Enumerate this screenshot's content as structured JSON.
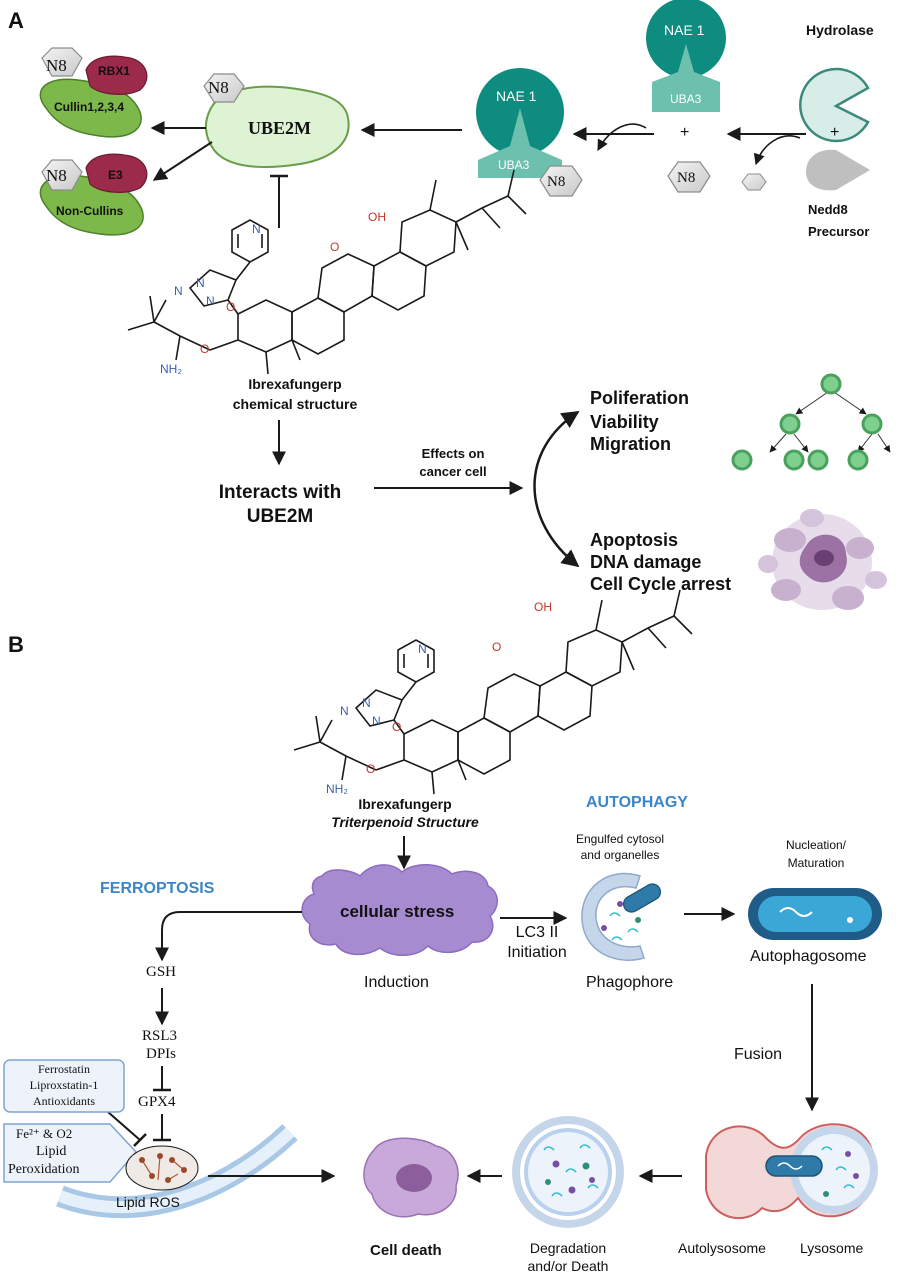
{
  "panel_a": {
    "panel_label": "A",
    "n8": "N8",
    "rbx1": "RBX1",
    "cullin": "Cullin1,2,3,4",
    "e3": "E3",
    "non_cullins": "Non-Cullins",
    "ube2m": "UBE2M",
    "nae1": "NAE 1",
    "uba3": "UBA3",
    "plus": "+",
    "hydrolase": "Hydrolase",
    "nedd8_line1": "Nedd8",
    "nedd8_line2": "Precursor",
    "drug_line1": "Ibrexafungerp",
    "drug_line2": "chemical structure",
    "interacts_line1": "Interacts with",
    "interacts_line2": "UBE2M",
    "effects_line1": "Effects on",
    "effects_line2": "cancer cell",
    "up_effects": [
      "Poliferation",
      "Viability",
      "Migration"
    ],
    "down_effects": [
      "Apoptosis",
      "DNA damage",
      "Cell Cycle arrest"
    ]
  },
  "panel_b": {
    "panel_label": "B",
    "drug_line1": "Ibrexafungerp",
    "drug_line2": "Triterpenoid Structure",
    "autophagy": "AUTOPHAGY",
    "ferroptosis": "FERROPTOSIS",
    "cellular_stress": "cellular stress",
    "induction": "Induction",
    "lc3_line1": "LC3 II",
    "lc3_line2": "Initiation",
    "engulfed_line1": "Engulfed cytosol",
    "engulfed_line2": "and organelles",
    "phagophore": "Phagophore",
    "nucleation_line1": "Nucleation/",
    "nucleation_line2": "Maturation",
    "autophagosome": "Autophagosome",
    "fusion": "Fusion",
    "gsh": "GSH",
    "rsl3": "RSL3",
    "dpis": "DPIs",
    "gpx4": "GPX4",
    "inhibitors": [
      "Ferrostatin",
      "Liproxstatin-1",
      "Antioxidants"
    ],
    "fe_label": "Fe²⁺ & O2",
    "lipid_line1": "Lipid",
    "lipid_line2": "Peroxidation",
    "lipid_ros": "Lipid ROS",
    "cell_death": "Cell death",
    "degradation_line1": "Degradation",
    "degradation_line2": "and/or Death",
    "autolysosome": "Autolysosome",
    "lysosome": "Lysosome"
  },
  "chem": {
    "n": "N",
    "o": "O",
    "oh": "OH",
    "nh2": "NH₂"
  },
  "colors": {
    "accent_blue": "#3a86c8",
    "teal_dark": "#0e8c80",
    "teal_light": "#6cc0ad",
    "green": "#7cb84a",
    "maroon": "#9c2a4a",
    "purple": "#9f7fc2",
    "ube2m_fill": "#ddf3d4"
  }
}
